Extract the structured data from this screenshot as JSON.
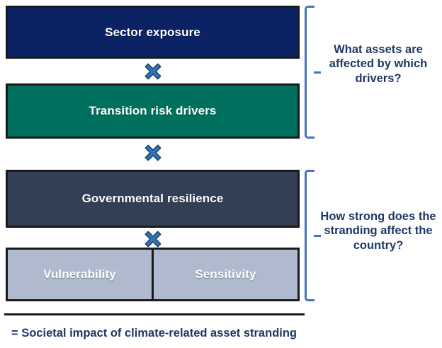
{
  "diagram": {
    "title_hidden": "",
    "boxes": [
      {
        "id": "sector-exposure",
        "label": "Sector exposure",
        "color": "#0b2265"
      },
      {
        "id": "transition-risk",
        "label": "Transition risk drivers",
        "color": "#00705e"
      },
      {
        "id": "governmental-resilience",
        "label": "Governmental resilience",
        "color": "#333f54"
      },
      {
        "id": "vulnerability",
        "label": "Vulnerability",
        "color": "#afbace"
      },
      {
        "id": "sensitivity",
        "label": "Sensitivity",
        "color": "#afbace"
      }
    ],
    "operators": [
      {
        "id": "multiply-1",
        "symbol": "×",
        "name": "multiply-icon"
      },
      {
        "id": "multiply-2",
        "symbol": "×",
        "name": "multiply-icon"
      },
      {
        "id": "multiply-3",
        "symbol": "×",
        "name": "multiply-icon"
      }
    ],
    "brackets": [
      {
        "id": "bracket-top",
        "caption": "What assets are affected by which drivers?"
      },
      {
        "id": "bracket-bottom",
        "caption": "How strong does the stranding affect the country?"
      }
    ],
    "footer": {
      "result_text": "= Societal impact of climate-related asset stranding"
    },
    "colors": {
      "navy": "#0b2265",
      "teal": "#00705e",
      "slate": "#333f54",
      "light_blue_gray": "#afbace",
      "accent_blue": "#2e75b6",
      "bracket_blue": "#4472c4",
      "text_navy": "#1f3864",
      "outline": "#1a1a1a"
    }
  }
}
